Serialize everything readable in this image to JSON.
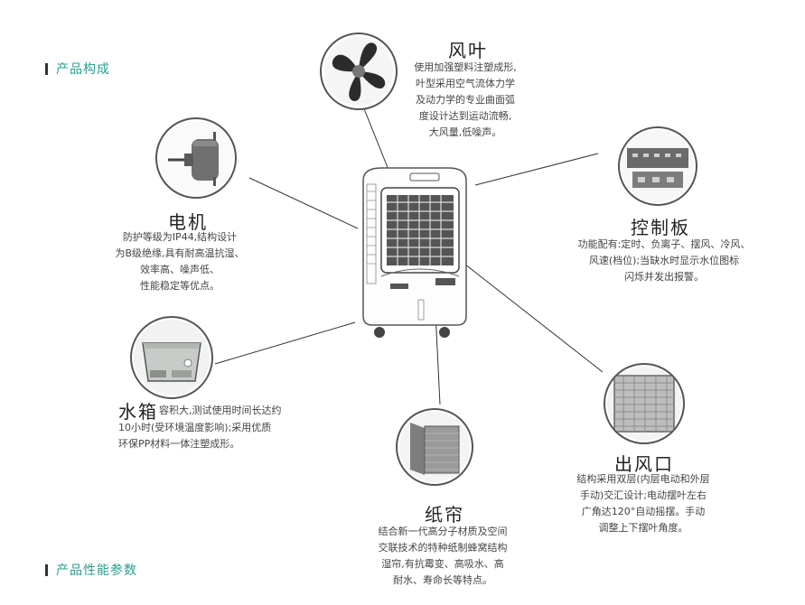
{
  "headings": {
    "composition": "产品构成",
    "performance": "产品性能参数"
  },
  "components": {
    "fan": {
      "title": "风叶",
      "icon": "fan-blade-icon",
      "lines": [
        "使用加强塑料注塑成形,",
        "叶型采用空气流体力学",
        "及动力学的专业曲面弧",
        "度设计达到运动流畅,",
        "大风量,低噪声。"
      ]
    },
    "motor": {
      "title": "电机",
      "icon": "motor-icon",
      "lines": [
        "防护等级为IP44,结构设计",
        "为B级绝缘,具有耐高温抗湿、",
        "效率高、噪声低、",
        "性能稳定等优点。"
      ]
    },
    "control": {
      "title": "控制板",
      "icon": "control-board-icon",
      "lines": [
        "功能配有:定时、负离子、摆风、冷风、",
        "风速(档位);当缺水时显示水位图标",
        "闪烁并发出报警。"
      ]
    },
    "tank": {
      "title": "水箱",
      "icon": "water-tank-icon",
      "lines": [
        "容积大,测试使用时间长达约",
        "10小时(受环境温度影响);采用优质",
        "环保PP材料一体注塑成形。"
      ]
    },
    "outlet": {
      "title": "出风口",
      "icon": "air-outlet-icon",
      "lines": [
        "结构采用双层(内层电动和外层",
        "手动)交汇设计;电动摆叶左右",
        "广角达120°自动摇摆。手动",
        "调整上下摆叶角度。"
      ]
    },
    "pad": {
      "title": "纸帘",
      "icon": "cooling-pad-icon",
      "lines": [
        "结合新一代高分子材质及空间",
        "交联技术的特种纸制蜂窝结构",
        "湿帘,有抗霉变、高吸水、高",
        "耐水、寿命长等特点。"
      ]
    }
  },
  "product": {
    "icon": "air-cooler-icon"
  },
  "colors": {
    "accent": "#2a9d8f",
    "line": "#333333"
  }
}
